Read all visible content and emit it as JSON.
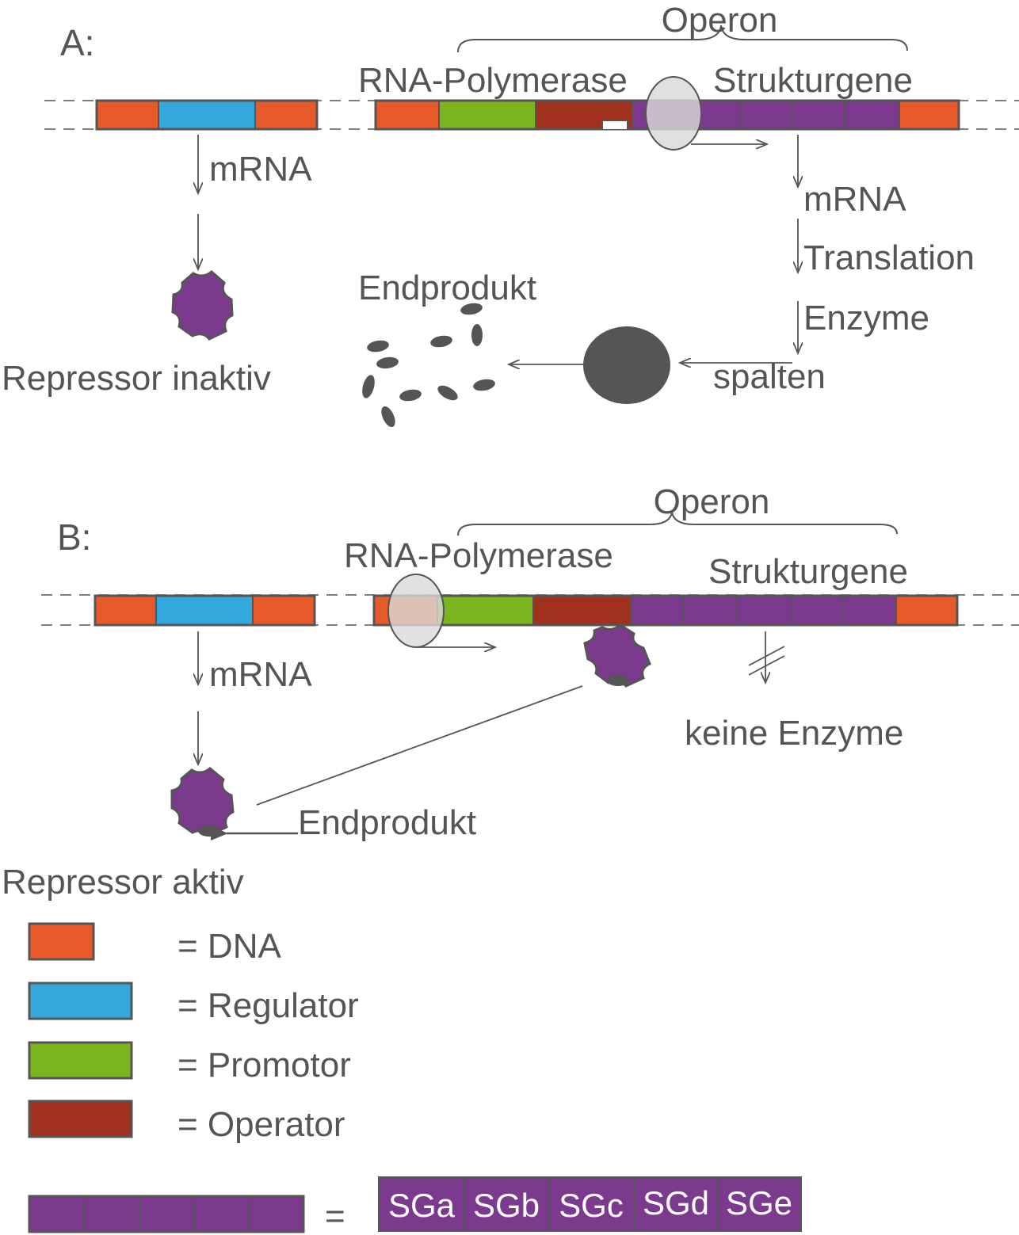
{
  "colors": {
    "dna": "#E85A2A",
    "regulator": "#34A8DC",
    "promotor": "#7AB51D",
    "operator": "#A0311F",
    "strukturgen": "#7B3A8E",
    "outline": "#555555",
    "text": "#555555",
    "enzyme": "#555555",
    "polymerase_fill": "#D9D9D9"
  },
  "panel_a": {
    "label": "A:",
    "operon": "Operon",
    "rna_polymerase": "RNA-Polymerase",
    "strukturgene": "Strukturgene",
    "mrna_left": "mRNA",
    "mrna_right": "mRNA",
    "translation": "Translation",
    "enzyme": "Enzyme",
    "spalten": "spalten",
    "endprodukt": "Endprodukt",
    "repressor": "Repressor inaktiv"
  },
  "panel_b": {
    "label": "B:",
    "operon": "Operon",
    "rna_polymerase": "RNA-Polymerase",
    "strukturgene": "Strukturgene",
    "mrna_left": "mRNA",
    "keine_enzyme": "keine Enzyme",
    "endprodukt": "Endprodukt",
    "repressor": "Repressor aktiv"
  },
  "legend": {
    "dna": "= DNA",
    "regulator": "= Regulator",
    "promotor": "= Promotor",
    "operator": "= Operator",
    "equals": "=",
    "segments": [
      "SGa",
      "SGb",
      "SGc",
      "SGd",
      "SGe"
    ]
  }
}
